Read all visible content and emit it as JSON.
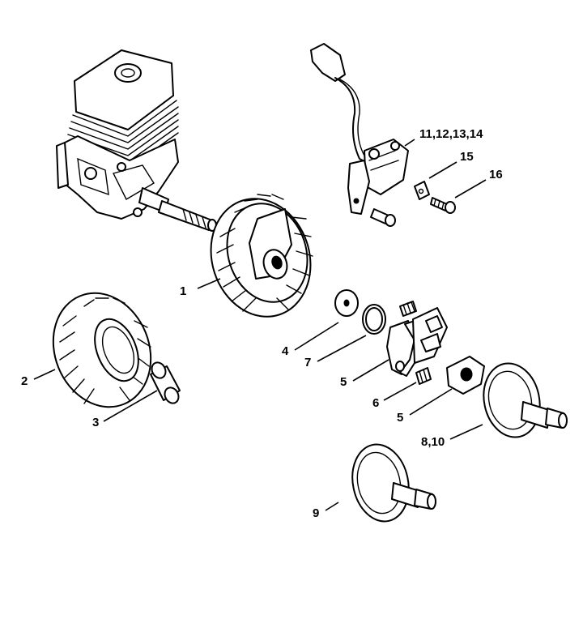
{
  "callouts": {
    "c1": "1",
    "c2": "2",
    "c3": "3",
    "c4": "4",
    "c5a": "5",
    "c5b": "5",
    "c6": "6",
    "c7": "7",
    "c8_10": "8,10",
    "c9": "9",
    "c11_14": "11,12,13,14",
    "c15": "15",
    "c16": "16"
  },
  "colors": {
    "line": "#000000",
    "background": "#ffffff"
  }
}
